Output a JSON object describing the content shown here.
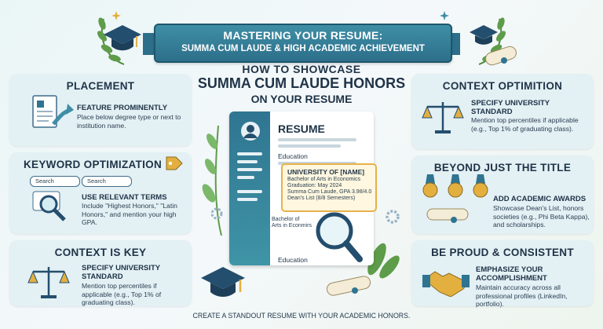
{
  "banner": {
    "line1": "MASTERING YOUR RESUME:",
    "line2": "SUMMA CUM LAUDE & HIGH ACADEMIC ACHIEVEMENT"
  },
  "headline": {
    "line1": "HOW TO SHOWCASE",
    "line2": "SUMMA CUM LAUDE HONORS",
    "line3": "ON YOUR RESUME"
  },
  "placement": {
    "title": "PLACEMENT",
    "item_title": "FEATURE PROMINENTLY",
    "item_body": "Place below degree type or next to institution name."
  },
  "keyword": {
    "title": "KEYWORD OPTIMIZATION",
    "search1": "Search",
    "search2": "Search",
    "item_title": "USE RELEVANT TERMS",
    "item_body": "Include \"Highest Honors,\" \"Latin Honors,\" and mention your high GPA."
  },
  "context_left": {
    "title": "CONTEXT IS KEY",
    "item_title": "SPECIFY UNIVERSITY STANDARD",
    "item_body": "Mention top percentiles if applicable (e.g., Top 1% of graduating class)."
  },
  "context_right": {
    "title": "CONTEXT OPTIMITION",
    "item_title": "SPECIFY UNIVERSITY STANDARD",
    "item_body": "Mention top percentiles if applicable (e.g., Top 1% of graduating class)."
  },
  "beyond": {
    "title": "BEYOND JUST THE TITLE",
    "item_title": "ADD ACADEMIC AWARDS",
    "item_body": "Showcase Dean's List, honors societies (e.g., Phi Beta Kappa), and scholarships."
  },
  "proud": {
    "title": "BE PROUD & CONSISTENT",
    "item_title": "EMPHASIZE YOUR ACCOMPLISHMENT",
    "item_body": "Maintain accuracy across all professional profiles (LinkedIn, portfolio)."
  },
  "resume": {
    "heading": "RESUME",
    "education1": "Education",
    "callout_line1": "UNIVERSITY OF [NAME]",
    "callout_line2": "Bachelor of Arts in Economics",
    "callout_line3": "Graduation: May 2024",
    "callout_line4": "Summa Cum Laude, GPA 3.98/4.0",
    "callout_line5": "Dean's List (8/8 Semesters)",
    "small_line1": "Bachelor of",
    "small_line2": "Arts in Econmirs",
    "education2": "Education"
  },
  "footer": "CREATE A STANDOUT RESUME WITH YOUR ACADEMIC HONORS."
}
